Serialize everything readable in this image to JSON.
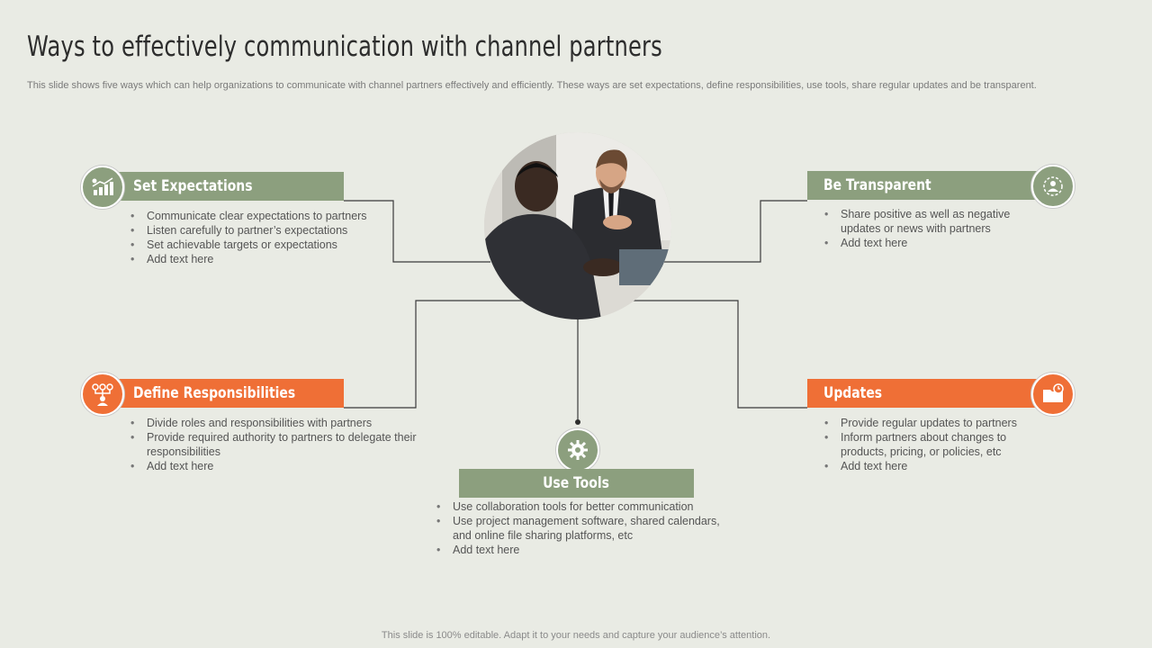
{
  "title": "Ways to effectively communication with channel partners",
  "subtitle": "This slide shows five ways which can help organizations to communicate with channel partners effectively and efficiently. These ways are set expectations, define responsibilities, use tools, share regular updates and be transparent.",
  "footer": "This slide is 100% editable. Adapt it to your needs and capture your audience’s attention.",
  "colors": {
    "green": "#8c9f7e",
    "orange": "#ef6f36",
    "background": "#e9ebe4"
  },
  "items": {
    "set_expectations": {
      "label": "Set Expectations",
      "icon": "growth-chart-icon",
      "points": [
        "Communicate clear expectations to partners",
        "Listen carefully to partner’s expectations",
        "Set achievable targets or expectations",
        "Add text here"
      ]
    },
    "define_responsibilities": {
      "label": "Define Responsibilities",
      "icon": "hierarchy-person-icon",
      "points": [
        "Divide roles and responsibilities with partners",
        "Provide required authority to partners to delegate their responsibilities",
        "Add text here"
      ]
    },
    "use_tools": {
      "label": "Use Tools",
      "icon": "tools-gear-icon",
      "points": [
        "Use collaboration tools for better communication",
        "Use project management software, shared calendars, and online file sharing platforms, etc",
        "Add text here"
      ]
    },
    "be_transparent": {
      "label": "Be Transparent",
      "icon": "transparency-icon",
      "points": [
        "Share positive as well as negative updates or news with partners",
        "Add text here"
      ]
    },
    "updates": {
      "label": "Updates",
      "icon": "update-folder-icon",
      "points": [
        "Provide regular updates to partners",
        "Inform partners about changes to products, pricing, or policies, etc",
        "Add text here"
      ]
    }
  }
}
